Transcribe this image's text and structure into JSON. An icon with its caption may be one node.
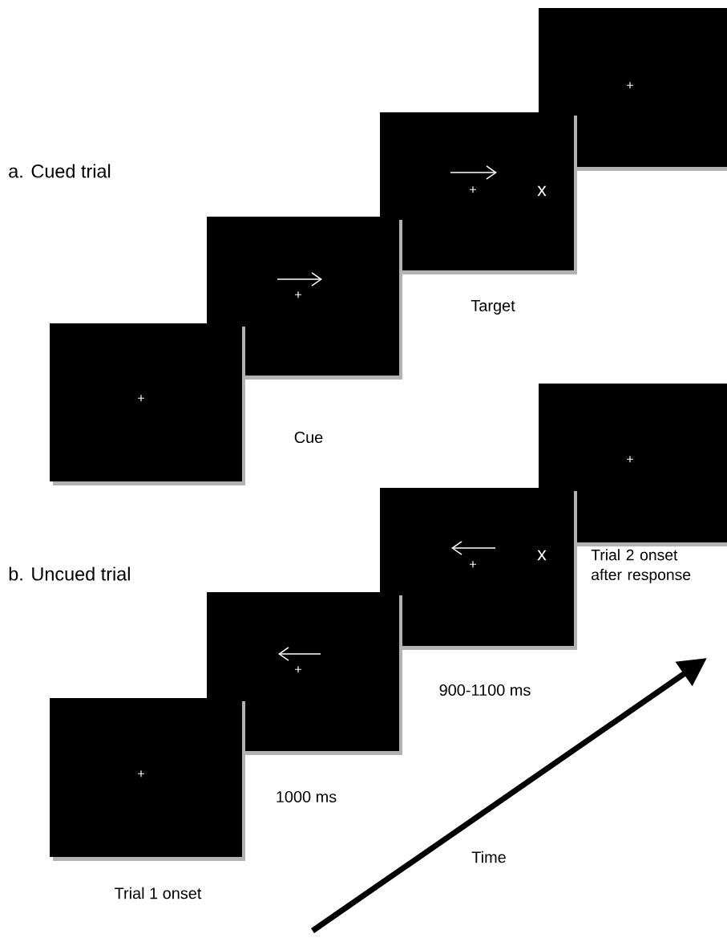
{
  "diagram": {
    "nodes": [
      {
        "text": [
          "+"
        ]
      },
      {
        "text": [
          "+"
        ],
        "beside": [
          "Cue"
        ]
      },
      {
        "text": [
          "+",
          "x"
        ],
        "beside": [
          "Target"
        ]
      },
      {
        "text": [
          "+"
        ]
      },
      {
        "text": [
          "+"
        ],
        "beside": [
          "Trial 1 onset"
        ]
      },
      {
        "text": [
          "+"
        ],
        "beside": [
          "1000 ms"
        ]
      },
      {
        "text": [
          "+",
          "x"
        ],
        "beside": [
          "900-1100 ms"
        ]
      },
      {
        "text": [
          "+"
        ],
        "beside": [
          "Trial 2 onset after response"
        ]
      }
    ],
    "edges": [],
    "labels": [
      "a. Cued trial",
      "b. Uncued trial",
      "Time"
    ]
  }
}
